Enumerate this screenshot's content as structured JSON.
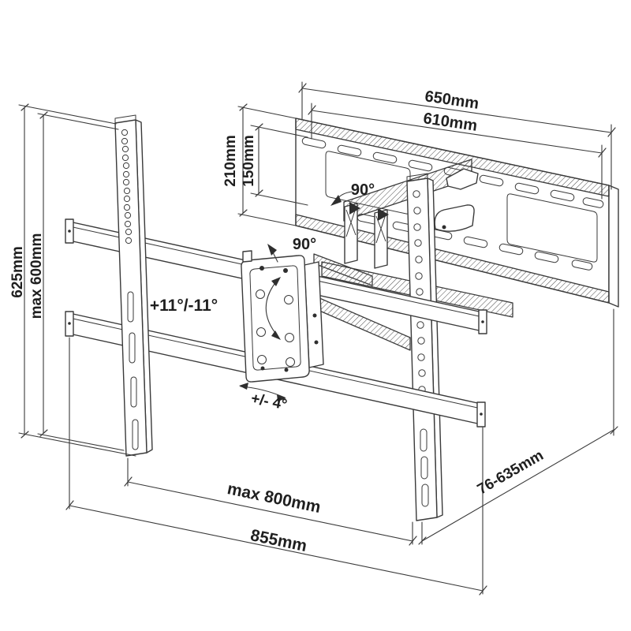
{
  "diagram": {
    "title": "Articulating TV wall mount bracket — dimensional line drawing",
    "colors": {
      "stroke": "#3a3a3a",
      "text": "#1f1f1f",
      "background": "#ffffff"
    },
    "labels": {
      "plate_width_outer": "650mm",
      "plate_width_inner": "610mm",
      "plate_height": "210mm",
      "plate_slot_spacing": "150mm",
      "swivel_wall": "90°",
      "swivel_vesa": "90°",
      "rail_height": "625mm",
      "vesa_height_max": "max 600mm",
      "tilt_range": "+11°/-11°",
      "level_adjust": "+/- 4°",
      "vesa_width_max": "max 800mm",
      "total_width": "855mm",
      "extension_depth": "76-635mm"
    }
  }
}
